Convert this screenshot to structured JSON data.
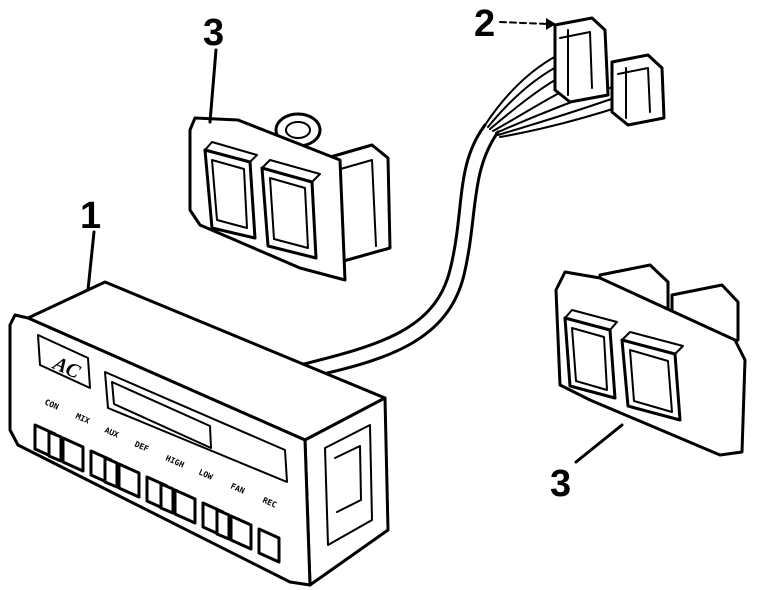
{
  "diagram": {
    "callouts": {
      "control_unit": "1",
      "wiring_harness": "2",
      "switch_upper": "3",
      "switch_lower": "3"
    },
    "control_unit": {
      "logo_text": "AC",
      "button_labels": [
        "CON",
        "MIX",
        "AUX",
        "DEF",
        "HIGH",
        "LOW",
        "FAN",
        "REC"
      ]
    },
    "colors": {
      "ink": "#000000",
      "paper": "#ffffff"
    }
  }
}
